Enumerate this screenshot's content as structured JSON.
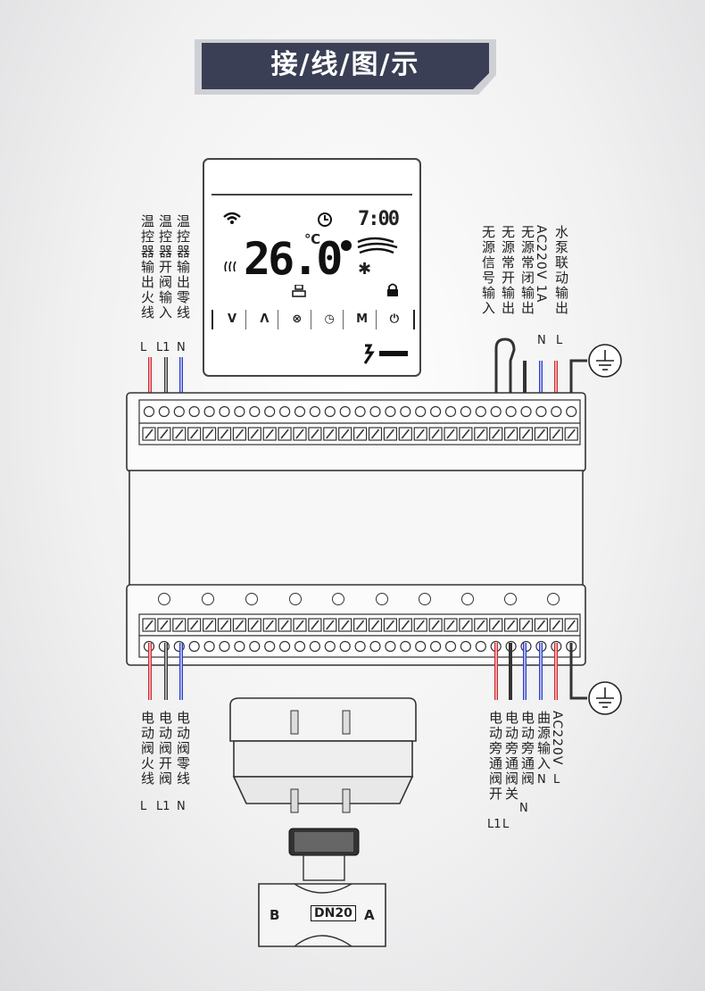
{
  "title": "接/线/图/示",
  "thermostat": {
    "temperature": "26.0",
    "unit": "℃",
    "clock": "7:00",
    "buttons": [
      "V",
      "Λ",
      "⊗",
      "◷",
      "M",
      "⏻"
    ]
  },
  "top_left_terminals": [
    {
      "label": "温控器输出火线",
      "code": "L"
    },
    {
      "label": "温控器开阀输入",
      "code": "L1"
    },
    {
      "label": "温控器输出零线",
      "code": "N"
    }
  ],
  "top_right_terminals": [
    {
      "label": "无源信号输入",
      "code": ""
    },
    {
      "label": "无源常开输出",
      "code": ""
    },
    {
      "label": "无源常闭输出",
      "code": ""
    },
    {
      "label": "AC220V 1A",
      "code": "N"
    },
    {
      "label": "水泵联动输出",
      "code": "L"
    }
  ],
  "bottom_left_terminals": [
    {
      "label": "电动阀火线",
      "code": "L"
    },
    {
      "label": "电动阀开阀",
      "code": "L1"
    },
    {
      "label": "电动阀零线",
      "code": "N"
    }
  ],
  "bottom_right_terminals": [
    {
      "label": "电动旁通阀开",
      "code": "L1"
    },
    {
      "label": "电动旁通阀关",
      "code": "L"
    },
    {
      "label": "电动旁通阀",
      "code": "N"
    },
    {
      "label": "曲源输入",
      "code": "N"
    },
    {
      "label": "AC220V",
      "code": "L"
    }
  ],
  "valve": {
    "size": "DN20",
    "port_b": "B",
    "port_a": "A"
  },
  "colors": {
    "live": "#d0262f",
    "neutral": "#2a3dcc",
    "wire_dark": "#333333",
    "banner": "#3a3f55"
  },
  "icons": [
    "ground-icon",
    "ground-icon"
  ]
}
